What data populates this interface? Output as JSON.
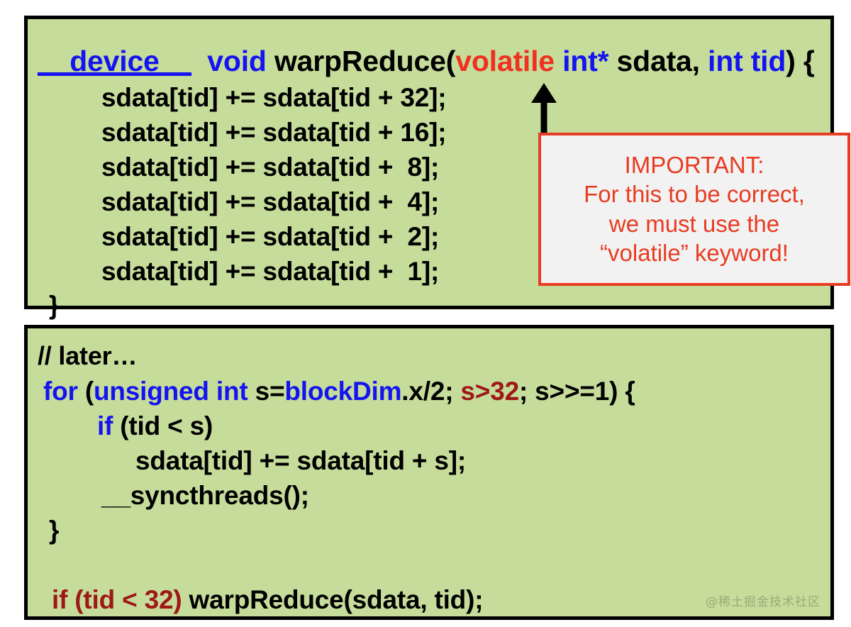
{
  "slide": {
    "title": "CUDA warp reduce unrolling code slide",
    "background_color": "#ffffff",
    "code_background_color": "#c6dc9a",
    "border_color": "#000000",
    "colors": {
      "keyword_blue": "#1414f0",
      "volatile_red": "#f03020",
      "warp_maroon": "#9e1818",
      "callout_red": "#e83c22",
      "callout_bg": "#f2f2f2",
      "code_text": "#000000"
    }
  },
  "panel_top": {
    "name": "warpReduce device function",
    "signature": {
      "device_keyword": "__device__",
      "space1": "  ",
      "void_keyword": "void",
      "space2": " ",
      "func_name": "warpReduce",
      "open_paren": "(",
      "volatile_keyword": "volatile",
      "space3": " ",
      "int_ptr": "int*",
      "param1": " sdata, ",
      "int_keyword": "int tid",
      "close": ") {"
    },
    "body_lines": [
      "sdata[tid] += sdata[tid + 32];",
      "sdata[tid] += sdata[tid + 16];",
      "sdata[tid] += sdata[tid +  8];",
      "sdata[tid] += sdata[tid +  4];",
      "sdata[tid] += sdata[tid +  2];",
      "sdata[tid] += sdata[tid +  1];"
    ],
    "closing_brace": "}"
  },
  "callout": {
    "name": "important-note",
    "lines": [
      "IMPORTANT:",
      "For this to be correct,",
      "we must use the",
      "“volatile” keyword!"
    ]
  },
  "arrow": {
    "name": "up-arrow",
    "direction": "up"
  },
  "panel_bottom": {
    "name": "reduction loop code",
    "comment": "// later…",
    "for_line": {
      "for_keyword": "for",
      "space": " ",
      "open_paren": "(",
      "decl": "unsigned int",
      "var": " s=",
      "blockdim": "blockDim",
      "dotx": ".x/2; ",
      "cond": "s>32",
      "tail": "; s>>=1) {"
    },
    "if_line": {
      "if_keyword": "if",
      "rest": " (tid < s)"
    },
    "sdata_line": "sdata[tid] += sdata[tid + s];",
    "sync_line": "__syncthreads();",
    "closing_brace": "}",
    "final_line": {
      "condition": "if (tid < 32)",
      "call": " warpReduce(sdata, tid);"
    }
  },
  "watermark": {
    "text": "@稀土掘金技术社区"
  }
}
